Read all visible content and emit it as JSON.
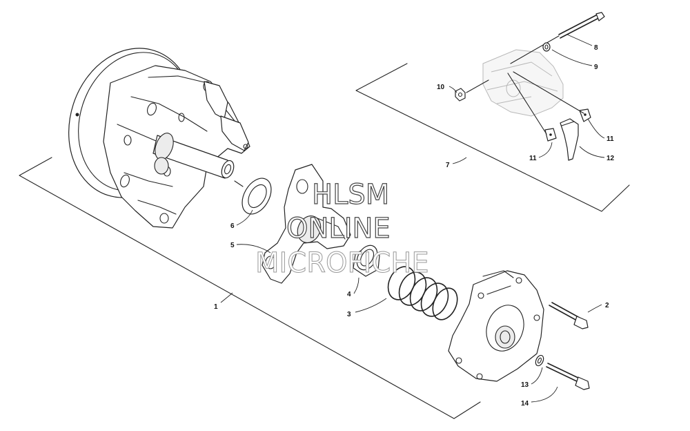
{
  "diagram": {
    "callouts": [
      {
        "id": "1",
        "label": "1"
      },
      {
        "id": "2",
        "label": "2"
      },
      {
        "id": "3",
        "label": "3"
      },
      {
        "id": "4",
        "label": "4"
      },
      {
        "id": "5",
        "label": "5"
      },
      {
        "id": "6",
        "label": "6"
      },
      {
        "id": "7",
        "label": "7"
      },
      {
        "id": "8",
        "label": "8"
      },
      {
        "id": "9",
        "label": "9"
      },
      {
        "id": "10",
        "label": "10"
      },
      {
        "id": "11a",
        "label": "11"
      },
      {
        "id": "11b",
        "label": "11"
      },
      {
        "id": "12",
        "label": "12"
      },
      {
        "id": "13",
        "label": "13"
      },
      {
        "id": "14",
        "label": "14"
      }
    ]
  },
  "watermark": {
    "line1": "HLSM",
    "line2": "ONLINE",
    "line3": "MICROFICHE"
  }
}
